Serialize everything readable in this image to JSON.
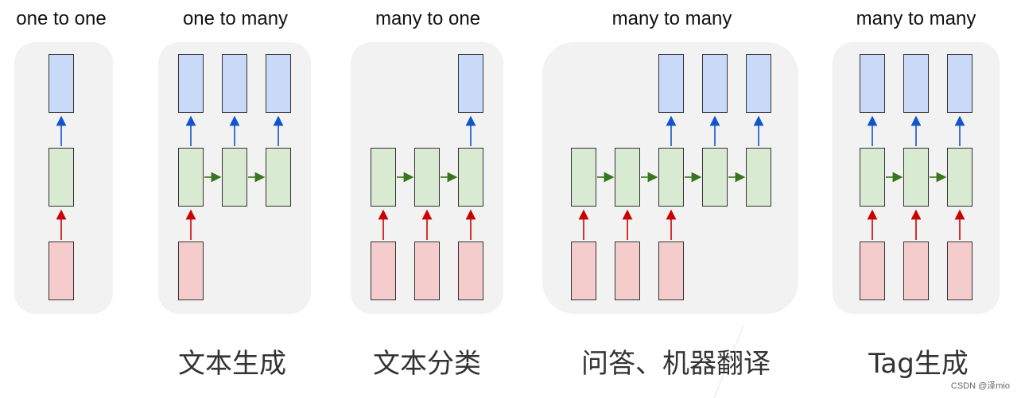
{
  "panels": [
    {
      "title": "one to one",
      "caption": ""
    },
    {
      "title": "one to many",
      "caption": "文本生成"
    },
    {
      "title": "many to one",
      "caption": "文本分类"
    },
    {
      "title": "many to many",
      "caption": "问答、机器翻译"
    },
    {
      "title": "many to many",
      "caption": "Tag生成"
    }
  ],
  "colors": {
    "output_box": "#c9daf8",
    "hidden_box": "#d9ead3",
    "input_box": "#f4cccc",
    "up_arrow_output": "#1155cc",
    "up_arrow_input": "#cc0000",
    "recurrent_arrow": "#38761d",
    "panel_background": "#f2f2f2"
  },
  "watermark": "CSDN @泽mio"
}
